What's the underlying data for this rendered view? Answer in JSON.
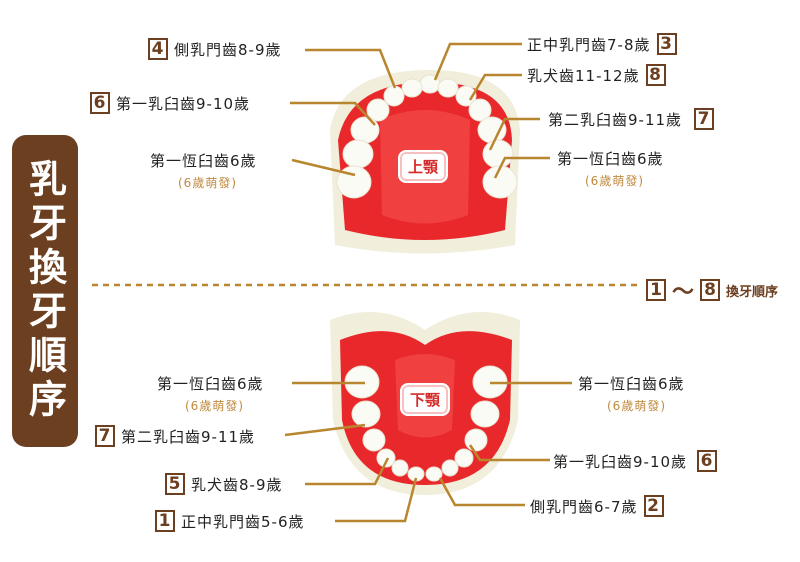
{
  "title": "乳牙換牙順序",
  "upper_jaw": {
    "tag": "上顎",
    "labels": [
      {
        "num": "4",
        "text": "側乳門齒8-9歲"
      },
      {
        "num": "6",
        "text": "第一乳臼齒9-10歲"
      },
      {
        "num": "",
        "text": "第一恆臼齒6歲",
        "sub": "(6歲萌發)"
      },
      {
        "num": "3",
        "text": "正中乳門齒7-8歲"
      },
      {
        "num": "8",
        "text": "乳犬齒11-12歲"
      },
      {
        "num": "7",
        "text": "第二乳臼齒9-11歲"
      },
      {
        "num": "",
        "text": "第一恆臼齒6歲",
        "sub": "(6歲萌發)"
      }
    ]
  },
  "legend": {
    "from": "1",
    "tilde": "～",
    "to": "8",
    "text": "換牙順序"
  },
  "lower_jaw": {
    "tag": "下顎",
    "labels": [
      {
        "num": "",
        "text": "第一恆臼齒6歲",
        "sub": "(6歲萌發)"
      },
      {
        "num": "7",
        "text": "第二乳臼齒9-11歲"
      },
      {
        "num": "5",
        "text": "乳犬齒8-9歲"
      },
      {
        "num": "1",
        "text": "正中乳門齒5-6歲"
      },
      {
        "num": "",
        "text": "第一恆臼齒6歲",
        "sub": "(6歲萌發)"
      },
      {
        "num": "6",
        "text": "第一乳臼齒9-10歲"
      },
      {
        "num": "2",
        "text": "側乳門齒6-7歲"
      }
    ]
  },
  "colors": {
    "brown": "#6b3f1f",
    "line": "#b8862f",
    "gum": "#e8282a",
    "base": "#f1eedb"
  }
}
